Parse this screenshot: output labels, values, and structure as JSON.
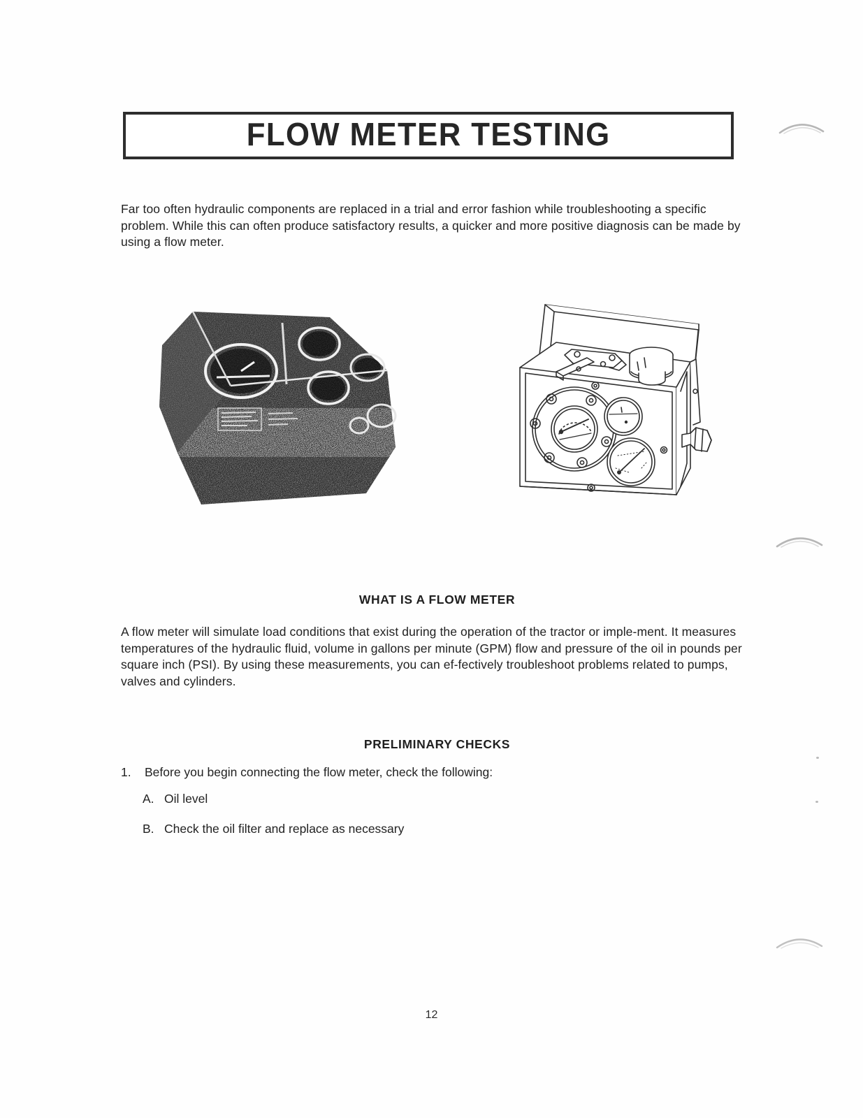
{
  "document": {
    "title": "FLOW METER TESTING",
    "page_number": "12"
  },
  "intro": {
    "paragraph": "Far too often hydraulic components are replaced in a trial and error fashion while troubleshooting a specific problem.  While this can often produce satisfactory results, a quicker and more positive diagnosis can be made by using a flow meter."
  },
  "figures": {
    "photo": {
      "caption_name": "flow-meter-console-photo",
      "alt": "Photograph of a flow meter console with a large analog gauge and three smaller gauges on an angled instrument panel"
    },
    "drawing": {
      "caption_name": "flow-meter-line-drawing",
      "alt": "Line drawing of a portable flow meter unit with hinged lid, carry handle, filler cap, bolted flange with dial, two gauges and a hex port fitting"
    }
  },
  "sections": [
    {
      "heading": "WHAT IS A FLOW METER",
      "paragraph": "A flow meter will simulate load conditions that exist during the operation of the tractor or imple-ment.  It measures temperatures of the hydraulic fluid, volume in gallons per minute (GPM) flow and pressure of the oil in pounds per square inch (PSI).  By using these measurements, you can ef-fectively troubleshoot problems related to pumps, valves and cylinders."
    },
    {
      "heading": "PRELIMINARY CHECKS"
    }
  ],
  "checklist": {
    "item1": {
      "marker": "1.",
      "text": "Before you begin connecting the flow meter, check the following:"
    },
    "subitems": [
      {
        "marker": "A.",
        "text": "Oil level"
      },
      {
        "marker": "B.",
        "text": "Check the oil filter and replace as necessary"
      }
    ]
  },
  "colors": {
    "ink": "#222222",
    "border": "#2e2e2e",
    "paper": "#fefefe"
  }
}
